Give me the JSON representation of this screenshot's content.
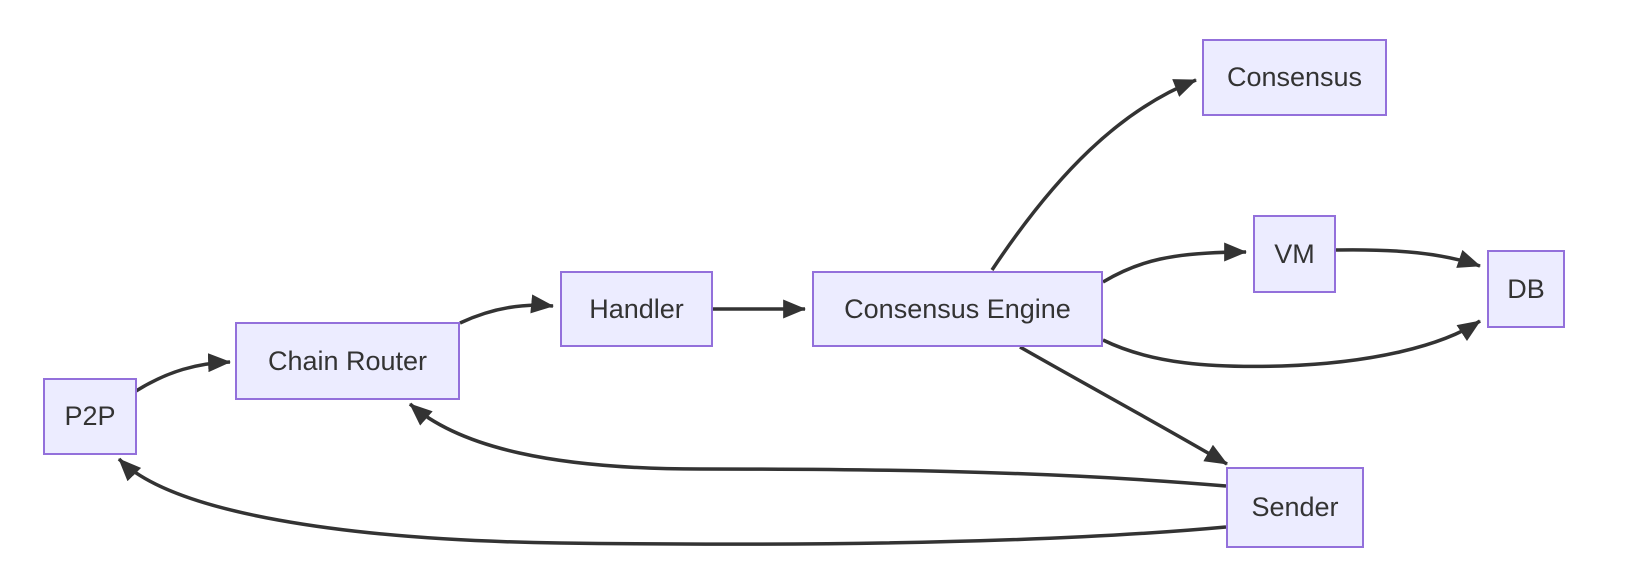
{
  "diagram": {
    "type": "flowchart",
    "background_color": "#ffffff",
    "node_fill_color": "#ECECFF",
    "node_border_color": "#9370DB",
    "edge_color": "#333333",
    "text_color": "#333333",
    "nodes": [
      {
        "id": "p2p",
        "label": "P2P"
      },
      {
        "id": "chain-router",
        "label": "Chain Router"
      },
      {
        "id": "handler",
        "label": "Handler"
      },
      {
        "id": "consensus-engine",
        "label": "Consensus Engine"
      },
      {
        "id": "consensus",
        "label": "Consensus"
      },
      {
        "id": "vm",
        "label": "VM"
      },
      {
        "id": "db",
        "label": "DB"
      },
      {
        "id": "sender",
        "label": "Sender"
      }
    ],
    "edges": [
      {
        "from": "P2P",
        "to": "Chain Router"
      },
      {
        "from": "Chain Router",
        "to": "Handler"
      },
      {
        "from": "Handler",
        "to": "Consensus Engine"
      },
      {
        "from": "Consensus Engine",
        "to": "Consensus"
      },
      {
        "from": "Consensus Engine",
        "to": "VM"
      },
      {
        "from": "VM",
        "to": "DB"
      },
      {
        "from": "Consensus Engine",
        "to": "DB"
      },
      {
        "from": "Consensus Engine",
        "to": "Sender"
      },
      {
        "from": "Sender",
        "to": "Chain Router"
      },
      {
        "from": "Sender",
        "to": "P2P"
      }
    ]
  }
}
